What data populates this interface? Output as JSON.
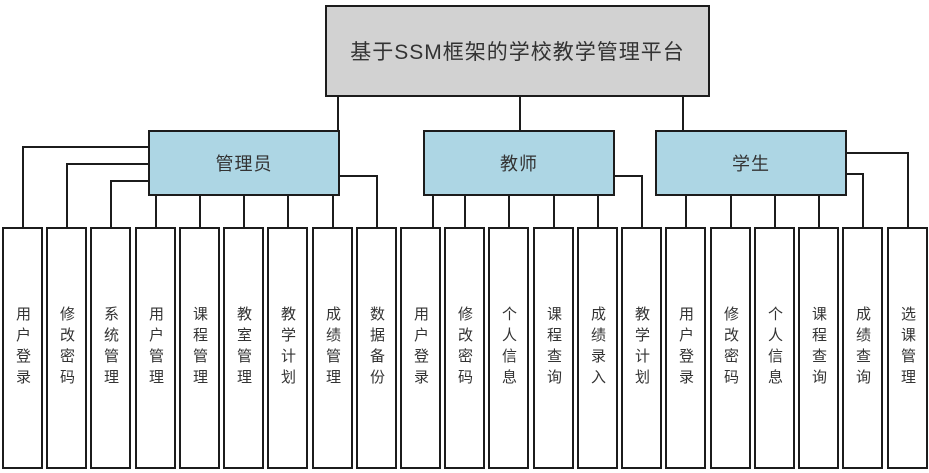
{
  "diagram": {
    "root": {
      "label": "基于SSM框架的学校教学管理平台"
    },
    "branches": [
      {
        "label": "管理员",
        "children": [
          "用户登录",
          "修改密码",
          "系统管理",
          "用户管理",
          "课程管理",
          "教室管理",
          "教学计划",
          "成绩管理",
          "数据备份"
        ]
      },
      {
        "label": "教师",
        "children": [
          "用户登录",
          "修改密码",
          "个人信息",
          "课程查询",
          "成绩录入",
          "教学计划"
        ]
      },
      {
        "label": "学生",
        "children": [
          "用户登录",
          "修改密码",
          "个人信息",
          "课程查询",
          "成绩查询",
          "选课管理"
        ]
      }
    ],
    "colors": {
      "root_fill": "#d2d2d2",
      "branch_fill": "#add6e4",
      "leaf_fill": "#ffffff",
      "line": "#1c1c1c"
    }
  }
}
